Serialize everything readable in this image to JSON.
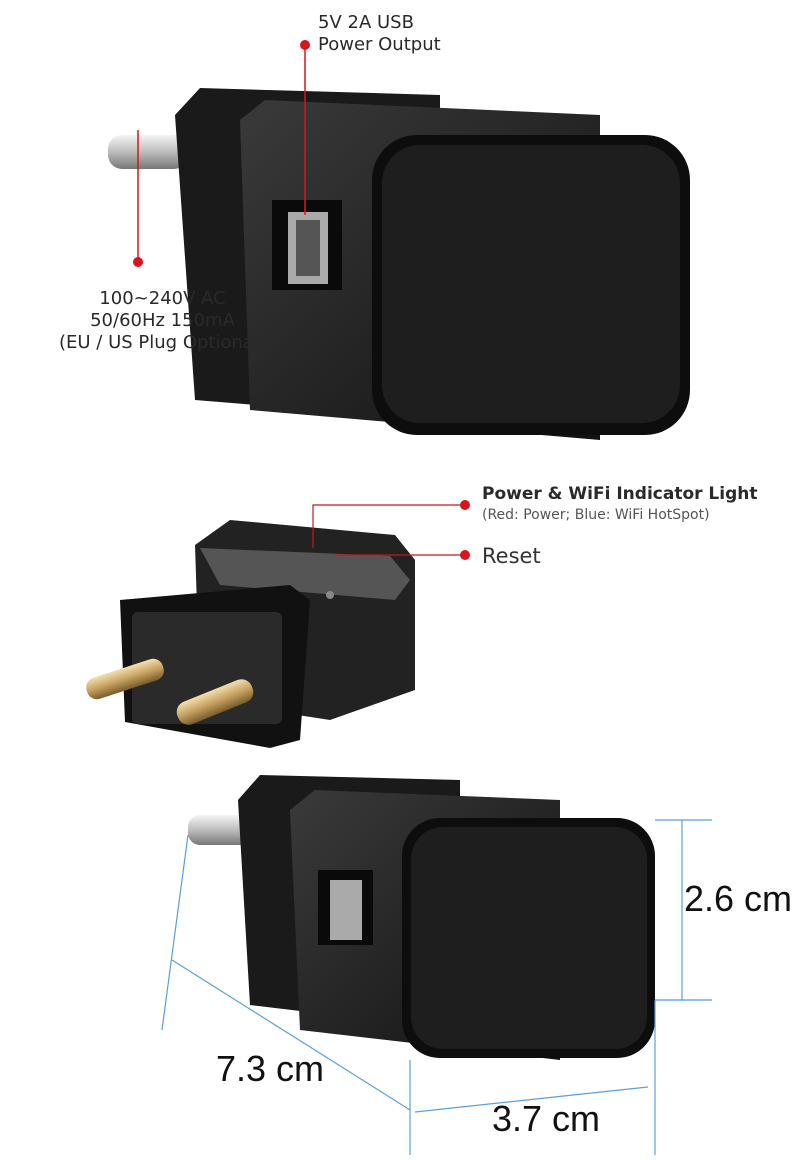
{
  "top_view": {
    "usb_label": [
      "5V 2A USB",
      "Power Output"
    ],
    "input_label": [
      "100~240V AC",
      "50/60Hz 150mA",
      "(EU / US Plug Optional)"
    ]
  },
  "side_view": {
    "indicator_label": "Power & WiFi Indicator Light",
    "indicator_sub": "(Red: Power; Blue: WiFi HotSpot)",
    "reset_label": "Reset"
  },
  "dimensions": {
    "height": "2.6 cm",
    "length": "7.3 cm",
    "width": "3.7 cm"
  },
  "colors": {
    "callout": "#d9141b",
    "dimension_line": "#5a9fd6",
    "body": "#1c1c1c"
  }
}
